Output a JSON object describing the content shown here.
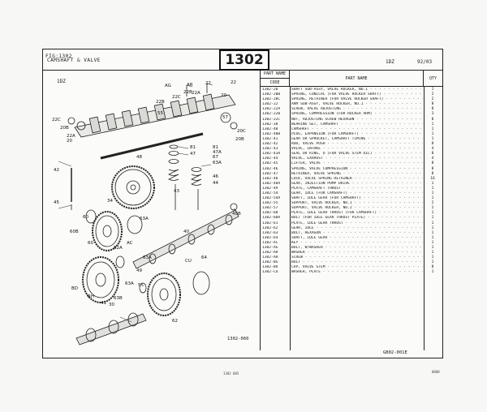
{
  "header": {
    "fig_label": "FIG:1302",
    "fig_title": "CAMSHAFT & VALVE",
    "group_number": "1302",
    "model": "1DZ",
    "date": "92/03",
    "sub_model": "1DZ"
  },
  "table": {
    "col_part_name_top": "PART NAME",
    "col_code": "CODE",
    "col_part_name": "PART NAME",
    "col_qty": "QTY",
    "rows": [
      {
        "code": "1302-20",
        "name": "SHAFT SUB-ASSY, VALVE ROCKER, NO.1",
        "qty": "1"
      },
      {
        "code": "1302-20B",
        "name": "SPRING, CONICAL (FOR VALVE ROCKER SHAFT)",
        "qty": "2"
      },
      {
        "code": "1302-20C",
        "name": "SPRING, RETAINER (FOR VALVE ROCKER SHAFT)",
        "qty": "2"
      },
      {
        "code": "1302-22",
        "name": "ARM SUB-ASSY, VALVE ROCKER, NO.1",
        "qty": "8"
      },
      {
        "code": "1302-22A",
        "name": "SCREW, VALVE ADJUSTING",
        "qty": "8"
      },
      {
        "code": "1302-22B",
        "name": "SPRING, COMPRESSION (FOR ROCKER ARM)",
        "qty": "3"
      },
      {
        "code": "1302-22C",
        "name": "NUT, ADJUSTING SCREW HEXAGON",
        "qty": "8"
      },
      {
        "code": "1302-38",
        "name": "BEARING SET, CAMSHAFT",
        "qty": "1"
      },
      {
        "code": "1302-40",
        "name": "CAMSHAFT",
        "qty": "1"
      },
      {
        "code": "1302-40B",
        "name": "PLUG, EXPANSION (FOR CAMSHAFT)",
        "qty": "1"
      },
      {
        "code": "1302-41",
        "name": "GEAR OR SPROCKET, CAMSHAFT TIMING",
        "qty": "1"
      },
      {
        "code": "1302-42",
        "name": "ROD, VALVE PUSH",
        "qty": "8"
      },
      {
        "code": "1302-43",
        "name": "VALVE, INTAKE",
        "qty": "4"
      },
      {
        "code": "1302-43A",
        "name": "SEAL OR RING, O (FOR VALVE STEM OIL)",
        "qty": "8"
      },
      {
        "code": "1302-44",
        "name": "VALVE, EXHAUST",
        "qty": "4"
      },
      {
        "code": "1302-45",
        "name": "LIFTER, VALVE",
        "qty": "8"
      },
      {
        "code": "1302-46",
        "name": "SPRING, VALVE COMPRESSION",
        "qty": "8"
      },
      {
        "code": "1302-47",
        "name": "RETAINER, VALVE SPRING",
        "qty": "8"
      },
      {
        "code": "1302-48",
        "name": "LOCK, VALVE SPRING RETAINER",
        "qty": "16"
      },
      {
        "code": "1302-48A",
        "name": "GEAR, INJECTION PUMP DRIVE",
        "qty": "1"
      },
      {
        "code": "1302-49",
        "name": "PLATE, CAMSHAFT THRUST",
        "qty": "1"
      },
      {
        "code": "1302-54",
        "name": "GEAR, IDLE (FOR CAMSHAFT)",
        "qty": "1"
      },
      {
        "code": "1302-54A",
        "name": "SHAFT, IDLE GEAR (FOR CAMSHAFT)",
        "qty": "1"
      },
      {
        "code": "1302-55",
        "name": "SUPPORT, VALVE ROCKER, NO.1",
        "qty": "2"
      },
      {
        "code": "1302-57",
        "name": "SUPPORT, VALVE ROCKER, NO.2",
        "qty": "1"
      },
      {
        "code": "1302-60",
        "name": "PLATE, IDLE GEAR THRUST (FOR CAMSHAFT)",
        "qty": "1"
      },
      {
        "code": "1302-60A",
        "name": "BOLT (FOR IDLE GEAR THRUST PLATE)",
        "qty": "1"
      },
      {
        "code": "1302-61",
        "name": "PLATE, IDLE GEAR THRUST",
        "qty": "1"
      },
      {
        "code": "1302-62",
        "name": "GEAR, IDLE",
        "qty": "1"
      },
      {
        "code": "1302-63",
        "name": "BOLT, HEXAGON",
        "qty": "1"
      },
      {
        "code": "1302-64",
        "name": "SHAFT, IDLE GEAR",
        "qty": "1"
      },
      {
        "code": "1302-AC",
        "name": "KEY",
        "qty": "1"
      },
      {
        "code": "1302-AG",
        "name": "BOLT, W/WASHER",
        "qty": "1"
      },
      {
        "code": "1302-AH",
        "name": "WASHER",
        "qty": "1"
      },
      {
        "code": "1302-AR",
        "name": "SCREW",
        "qty": "1"
      },
      {
        "code": "1302-BG",
        "name": "BOLT",
        "qty": "1"
      },
      {
        "code": "1302-BU",
        "name": "CAP, VALVE STEM",
        "qty": "8"
      },
      {
        "code": "1302-CU",
        "name": "WASHER, PLATE",
        "qty": "1"
      }
    ]
  },
  "callouts": [
    {
      "label": "AG"
    },
    {
      "label": "AR"
    },
    {
      "label": "22"
    },
    {
      "label": "22"
    },
    {
      "label": "22A"
    },
    {
      "label": "22B"
    },
    {
      "label": "22B"
    },
    {
      "label": "22C"
    },
    {
      "label": "20"
    },
    {
      "label": "57"
    },
    {
      "label": "22C"
    },
    {
      "label": "20B"
    },
    {
      "label": "20C"
    },
    {
      "label": "20B"
    },
    {
      "label": "22A"
    },
    {
      "label": "20"
    },
    {
      "label": "55"
    },
    {
      "label": "48"
    },
    {
      "label": "81"
    },
    {
      "label": "47"
    },
    {
      "label": "67"
    },
    {
      "label": "81"
    },
    {
      "label": "47A"
    },
    {
      "label": "63A"
    },
    {
      "label": "43"
    },
    {
      "label": "46"
    },
    {
      "label": "44"
    },
    {
      "label": "42"
    },
    {
      "label": "45"
    },
    {
      "label": "34"
    },
    {
      "label": "60"
    },
    {
      "label": "63A"
    },
    {
      "label": "60B"
    },
    {
      "label": "60"
    },
    {
      "label": "AC"
    },
    {
      "label": "62A"
    },
    {
      "label": "40B"
    },
    {
      "label": "40"
    },
    {
      "label": "49"
    },
    {
      "label": "63A"
    },
    {
      "label": "63A"
    },
    {
      "label": "55"
    },
    {
      "label": "CU"
    },
    {
      "label": "64"
    },
    {
      "label": "BD"
    },
    {
      "label": "RH"
    },
    {
      "label": "41"
    },
    {
      "label": "30"
    },
    {
      "label": "63B"
    },
    {
      "label": "62"
    }
  ],
  "footer": {
    "drawing_ref": "1302-060",
    "form_ref": "GB02-001E",
    "page_no": "1302 005",
    "corner_no": "0000"
  }
}
